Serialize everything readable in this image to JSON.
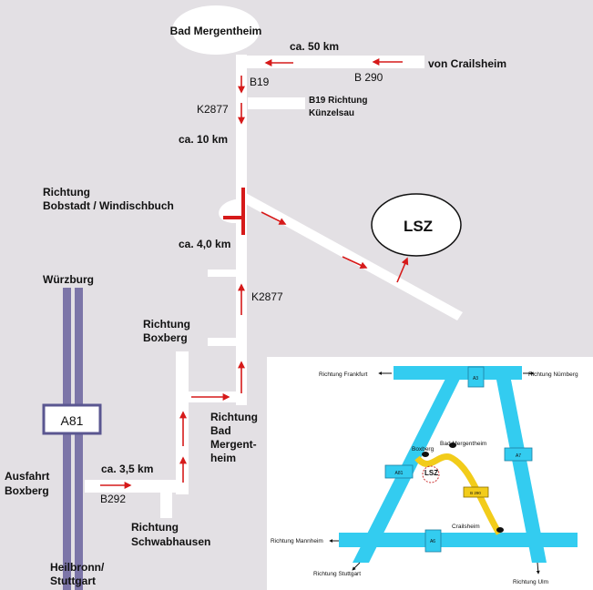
{
  "main_map": {
    "destination": "Bad Mergentheim",
    "distance_top": "ca. 50 km",
    "from_crailsheim": "von Crailsheim",
    "b290": "B 290",
    "b19": "B19",
    "k2877_top": "K2877",
    "b19_kuenzelsau_line1": "B19 Richtung",
    "b19_kuenzelsau_line2": "Künzelsau",
    "distance_10": "ca. 10 km",
    "bobstadt_line1": "Richtung",
    "bobstadt_line2": "Bobstadt  / Windischbuch",
    "lsz": "LSZ",
    "distance_4": "ca. 4,0 km",
    "k2877_mid": "K2877",
    "wuerzburg": "Würzburg",
    "boxberg_line1": "Richtung",
    "boxberg_line2": "Boxberg",
    "a81": "A81",
    "bm_line1": "Richtung",
    "bm_line2": "Bad",
    "bm_line3": "Mergent-",
    "bm_line4": "heim",
    "exit_line1": "Ausfahrt",
    "exit_line2": "Boxberg",
    "distance_35": "ca. 3,5 km",
    "b292": "B292",
    "schwabhausen_line1": "Richtung",
    "schwabhausen_line2": "Schwabhausen",
    "heilbronn_line1": "Heilbronn/",
    "heilbronn_line2": "Stuttgart"
  },
  "inset_map": {
    "frankfurt": "Richtung Frankfurt",
    "nuernberg": "Richtung Nürnberg",
    "a3": "A3",
    "a7": "A7",
    "a81": "A81",
    "a6": "A6",
    "b290": "B 290",
    "boxberg": "Boxberg",
    "bad_mergentheim": "Bad Mergentheim",
    "lsz": "LSZ",
    "crailsheim": "Crailsheim",
    "mannheim": "Richtung Mannheim",
    "stuttgart": "Richtung Stuttgart",
    "ulm": "Richtung Ulm"
  },
  "colors": {
    "background": "#e3e0e4",
    "road": "#ffffff",
    "arrow": "#d61a1a",
    "motorway": "#7c75a8",
    "inset_motorway": "#33ccf0",
    "inset_bundesstrasse": "#f2cc1a"
  }
}
